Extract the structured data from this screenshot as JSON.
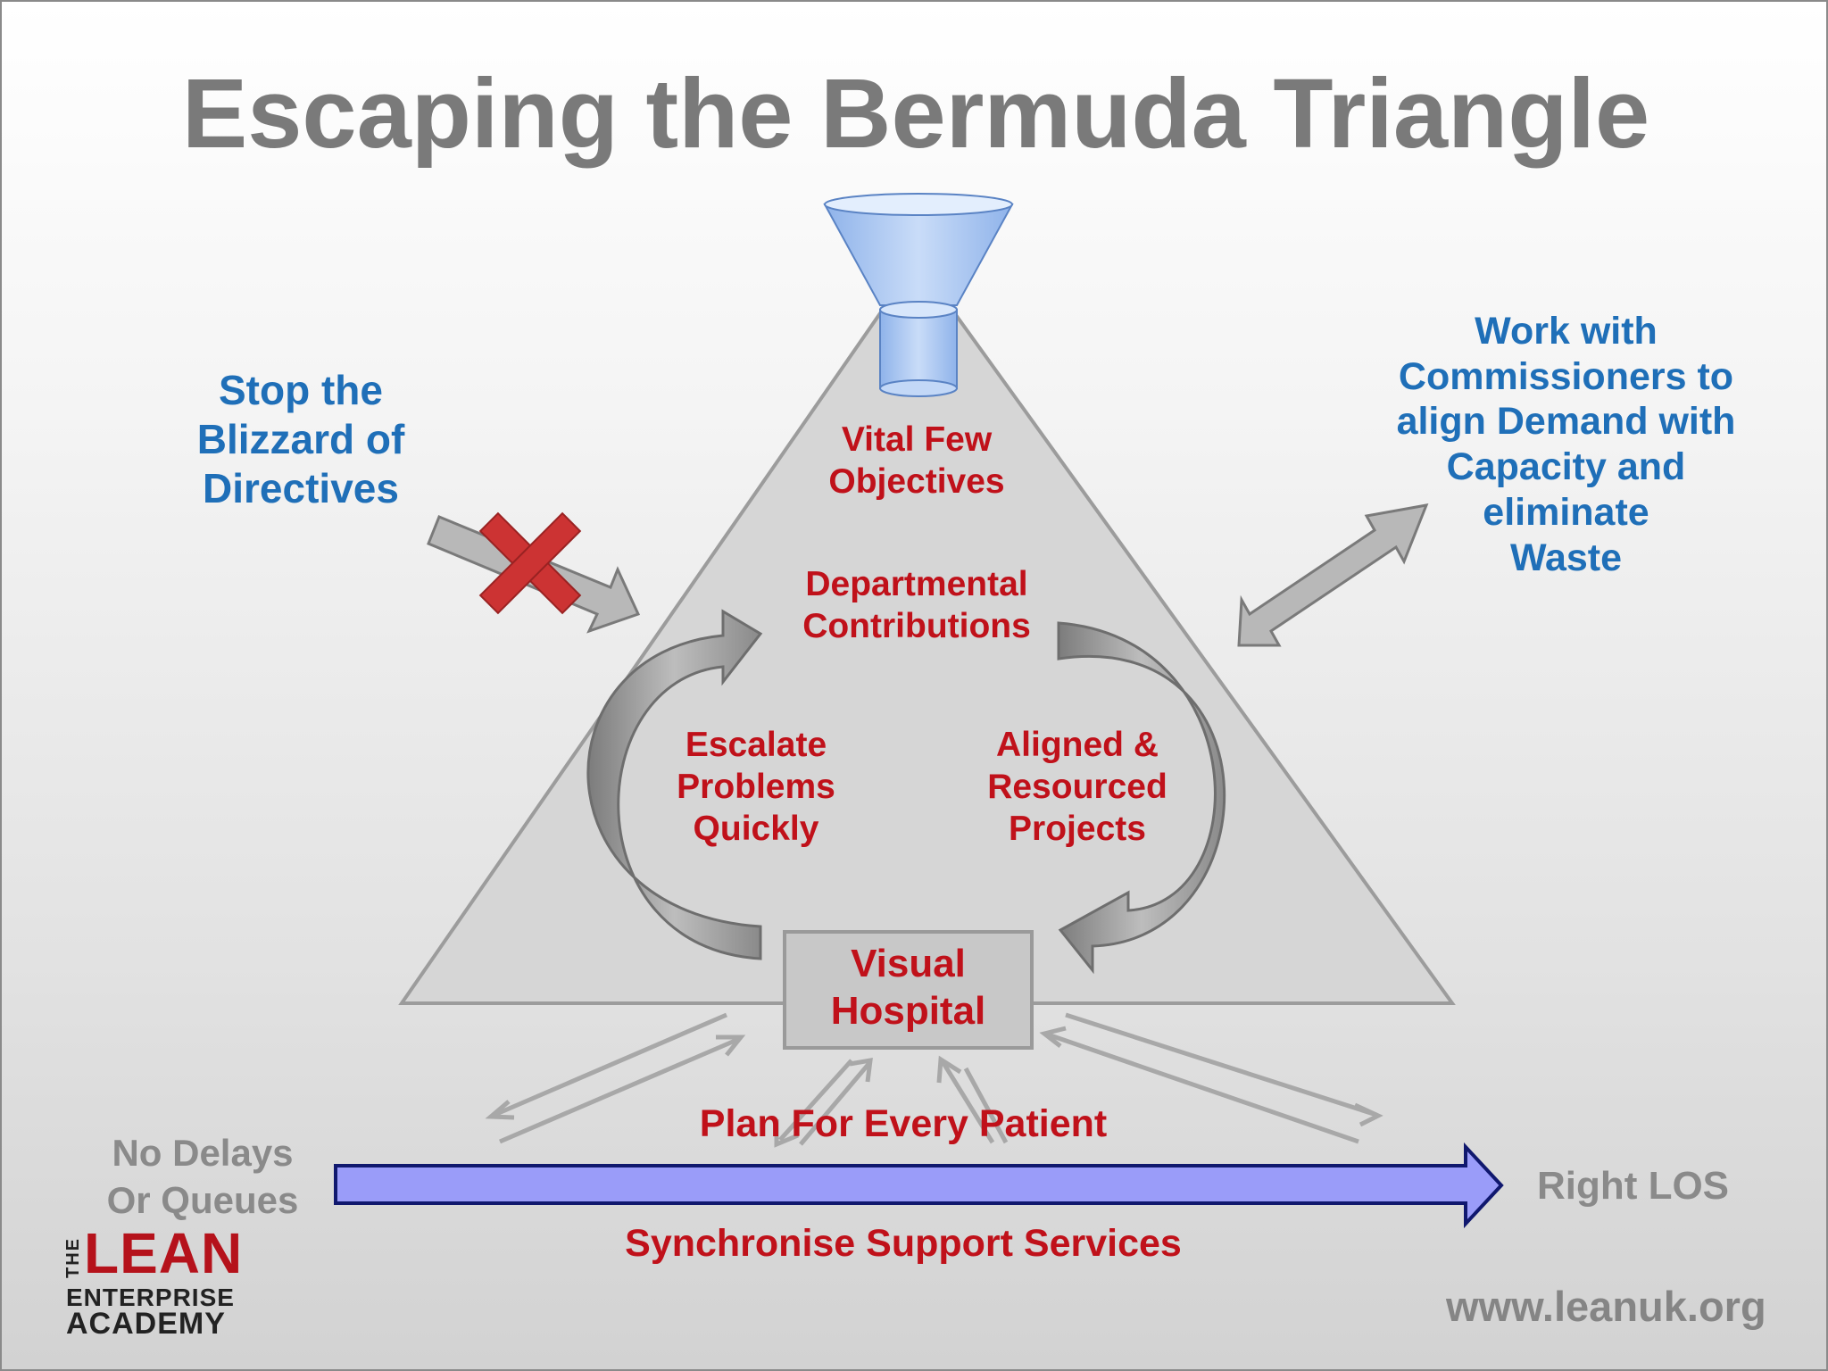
{
  "title": "Escaping the Bermuda Triangle",
  "left_callout": "Stop the\nBlizzard of\nDirectives",
  "right_callout": "Work with\nCommissioners to\nalign Demand with\nCapacity and\neliminate\nWaste",
  "triangle": {
    "vital_few": "Vital Few\nObjectives",
    "departmental": "Departmental\nContributions",
    "escalate": "Escalate\nProblems\nQuickly",
    "aligned": "Aligned &\nResourced\nProjects",
    "visual_hospital": "Visual\nHospital"
  },
  "flow": {
    "plan": "Plan For Every Patient",
    "no_delays": "No Delays\nOr Queues",
    "right_los": "Right LOS",
    "synchronise": "Synchronise Support  Services"
  },
  "logo": {
    "the": "THE",
    "lean": "LEAN",
    "enterprise": "ENTERPRISE",
    "academy": "ACADEMY"
  },
  "url": "www.leanuk.org",
  "colors": {
    "title": "#7a7a7a",
    "callout_blue": "#1f6fb8",
    "label_red": "#c0111a",
    "grey_text": "#8a8a8a",
    "funnel_blue": "#a9c8f2",
    "timeline_fill": "#9a9cf9",
    "timeline_stroke": "#10186e",
    "cross_red": "#cc3333"
  },
  "icons": [
    "funnel-icon",
    "cross-icon"
  ]
}
